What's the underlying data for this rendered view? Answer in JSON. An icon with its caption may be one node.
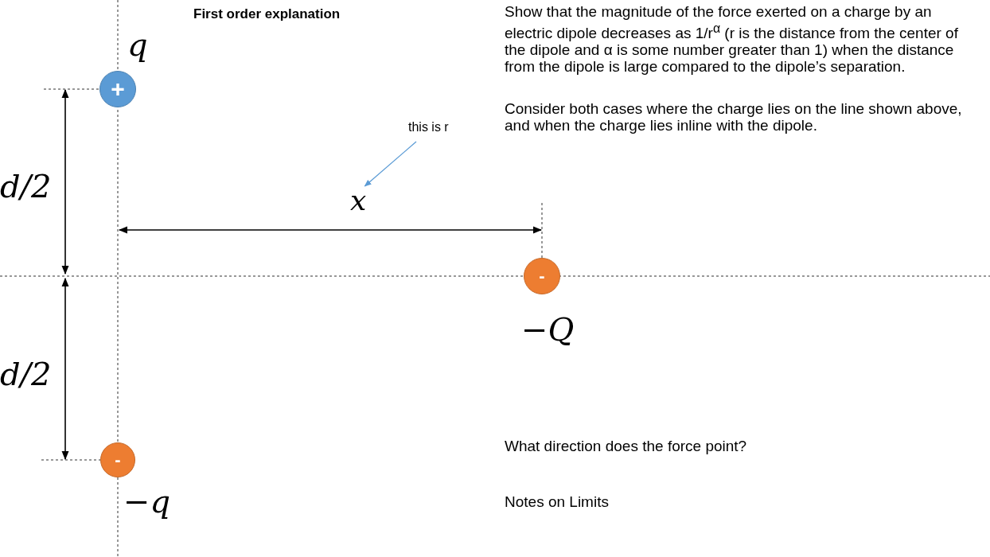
{
  "diagram": {
    "title": "First order explanation",
    "nodes": [
      {
        "text": [
          "+"
        ],
        "beside": [
          "q"
        ]
      },
      {
        "text": [
          "-"
        ],
        "beside": [
          "−Q"
        ]
      },
      {
        "text": [
          "-"
        ],
        "beside": [
          "−q"
        ]
      },
      {
        "text": [
          "this is r"
        ]
      },
      {
        "text": [
          "x"
        ]
      }
    ],
    "edges": [
      {
        "from": 3,
        "to": 4,
        "arrow": "to",
        "color": "#5b9bd5"
      }
    ],
    "labels": [
      "Show that the magnitude of the force exerted on a charge by an electric dipole decreases as 1/r$^{α}$ (r is the distance from the center of the dipole and α is some number greater than 1) when the distance from the dipole is large compared to the dipole’s separation.",
      "Consider both cases where the charge lies on the line shown above, and when the charge lies inline with the dipole.",
      "d/2",
      "d/2",
      "What direction does the force point?",
      "Notes on Limits"
    ]
  }
}
